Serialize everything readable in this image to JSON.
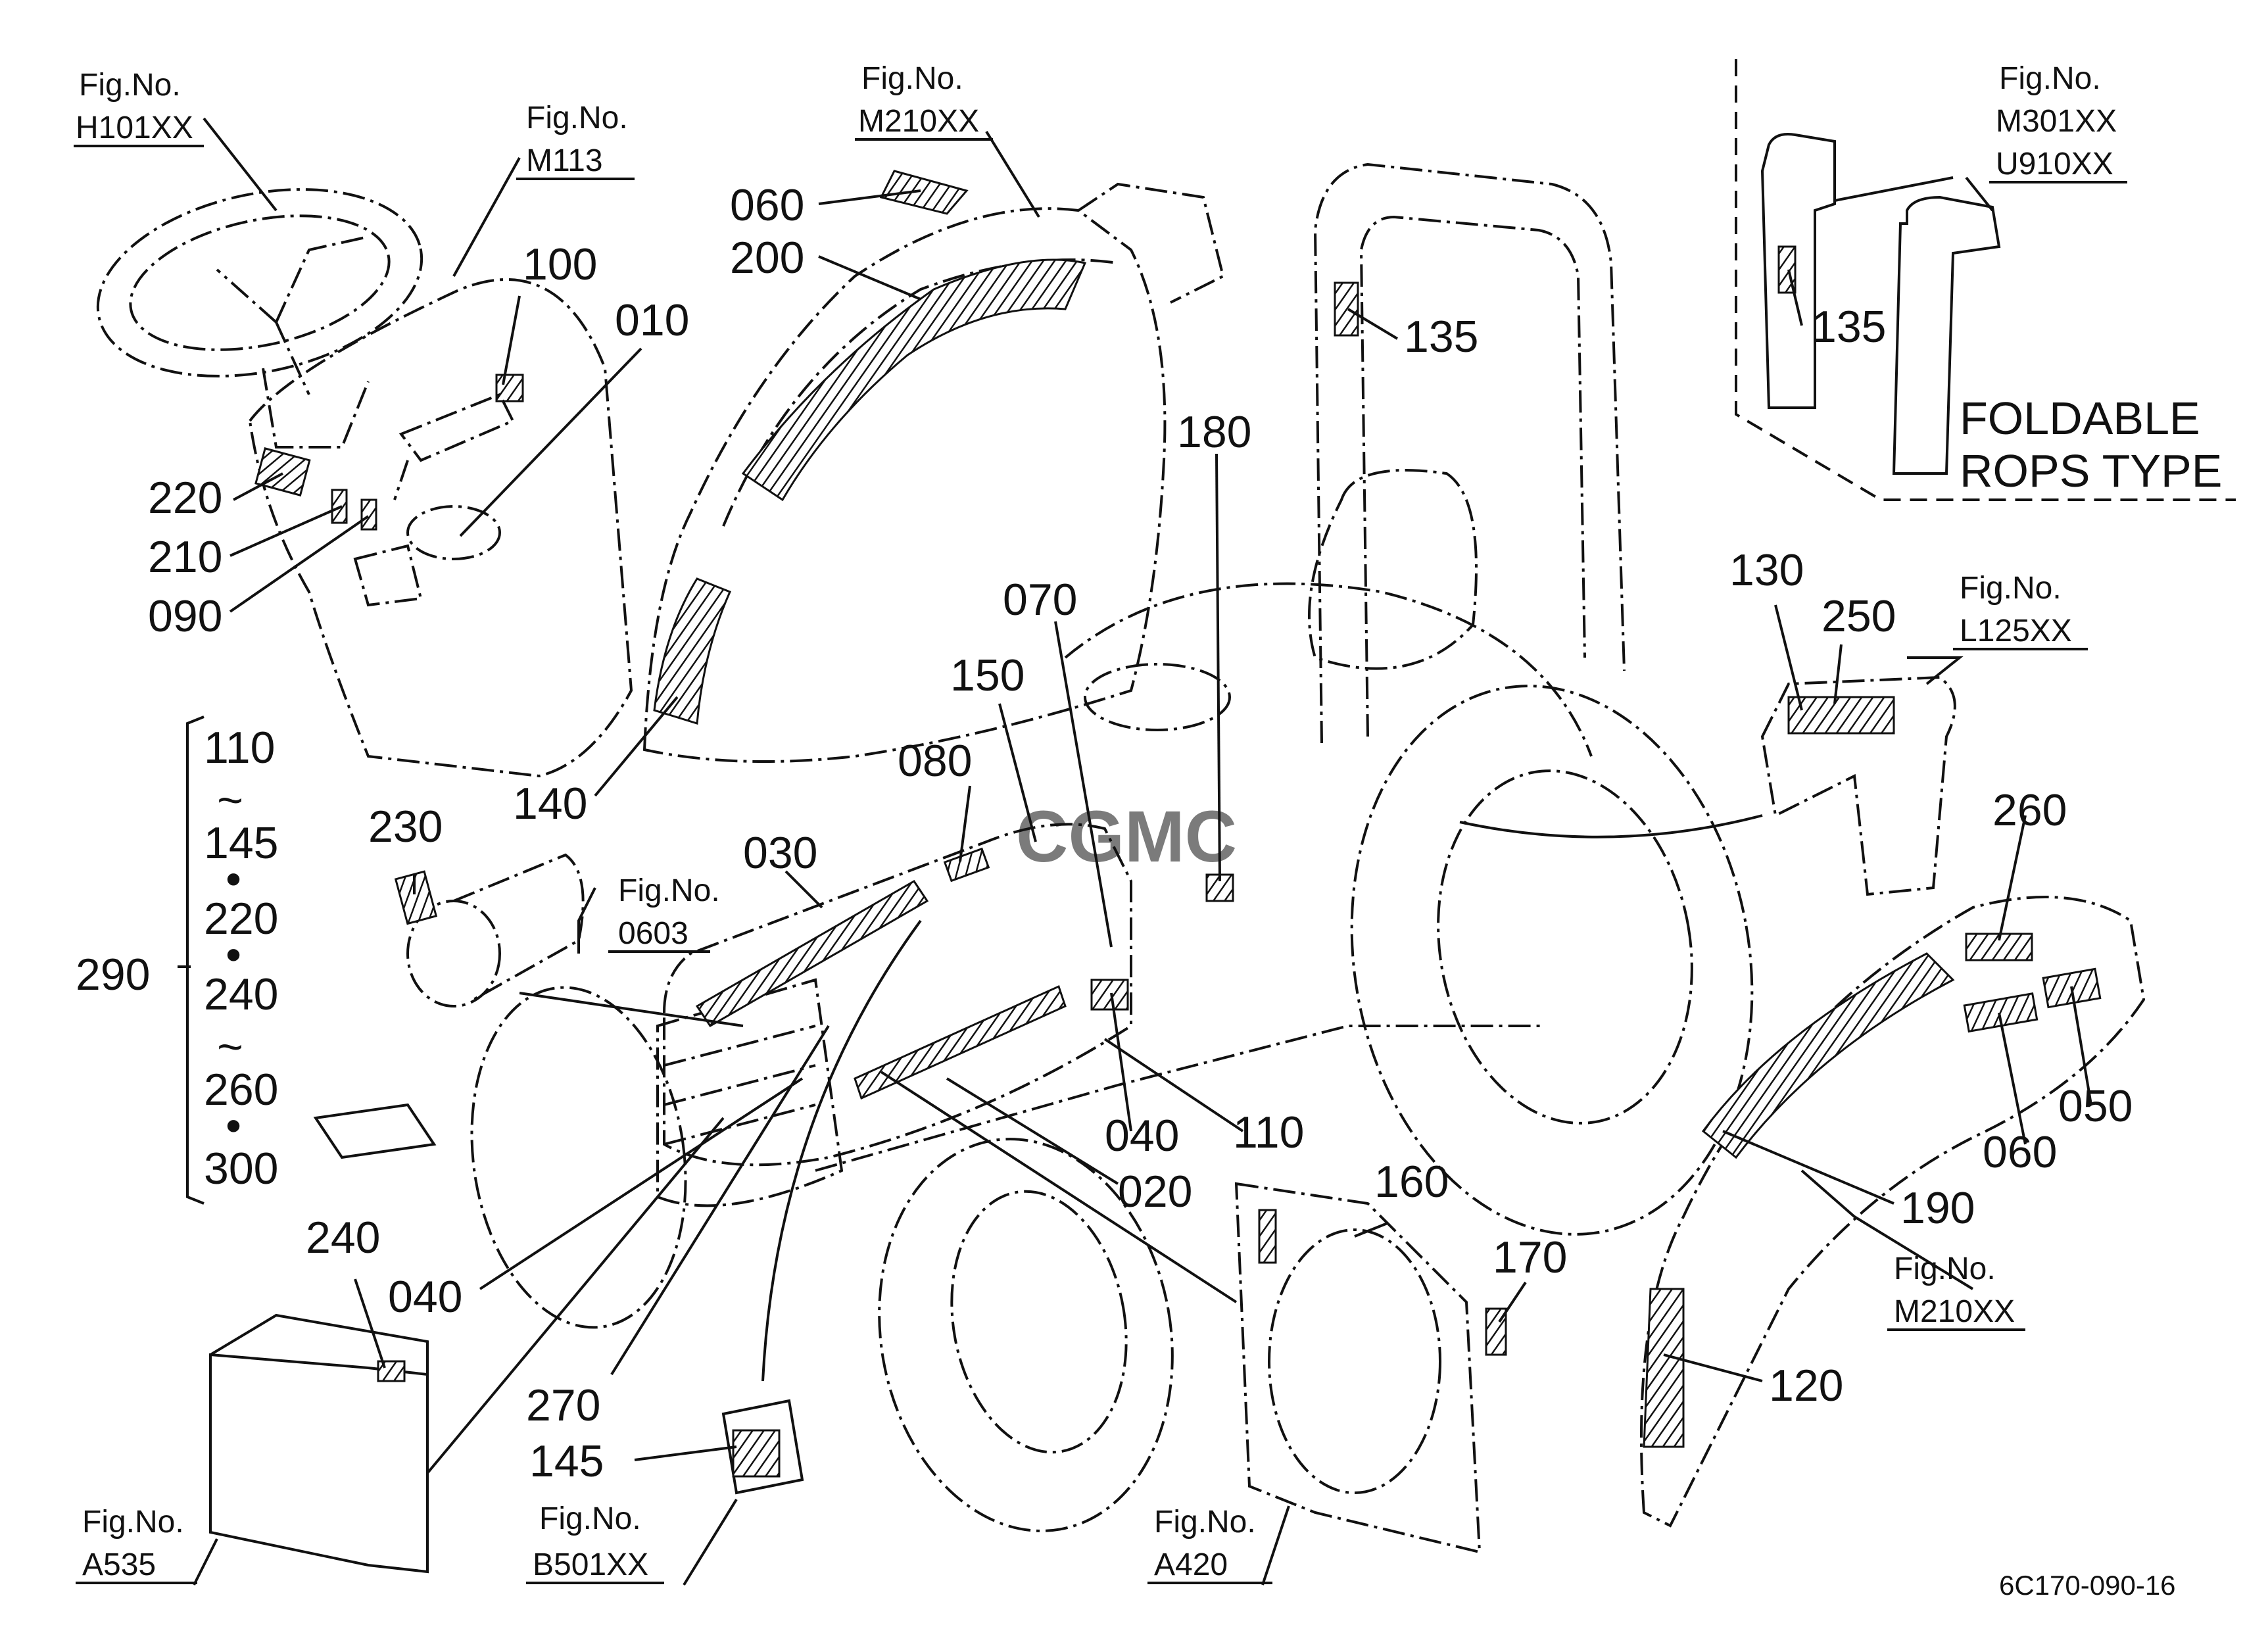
{
  "fig_refs": {
    "steering": {
      "label": "Fig.No.",
      "code": "H101XX"
    },
    "panel": {
      "label": "Fig.No.",
      "code": "M113"
    },
    "hood_top": {
      "label": "Fig.No.",
      "code": "M210XX"
    },
    "rops": {
      "label": "Fig.No.",
      "code": "M301XX",
      "code2": "U910XX"
    },
    "step": {
      "label": "Fig.No.",
      "code": "L125XX"
    },
    "light": {
      "label": "Fig.No.",
      "code": "0603"
    },
    "fender": {
      "label": "Fig.No.",
      "code": "M210XX"
    },
    "battery": {
      "label": "Fig.No.",
      "code": "A535"
    },
    "cover": {
      "label": "Fig.No.",
      "code": "B501XX"
    },
    "radiator": {
      "label": "Fig.No.",
      "code": "A420"
    }
  },
  "callouts": {
    "c100": "100",
    "c010": "010",
    "c220": "220",
    "c210": "210",
    "c090": "090",
    "c060a": "060",
    "c200": "200",
    "c140": "140",
    "c135a": "135",
    "c180": "180",
    "c135b": "135",
    "c130": "130",
    "c250": "250",
    "c260": "260",
    "c050": "050",
    "c060b": "060",
    "c190": "190",
    "c120": "120",
    "c070": "070",
    "c150": "150",
    "c080": "080",
    "c030": "030",
    "c230": "230",
    "c040a": "040",
    "c110b": "110",
    "c020": "020",
    "c160": "160",
    "c170": "170",
    "c040b": "040",
    "c270": "270",
    "c145b": "145",
    "c240b": "240"
  },
  "bracket_list": {
    "group": "290",
    "items": [
      "110",
      "~",
      "145",
      "•",
      "220",
      "•",
      "240",
      "~",
      "260",
      "•",
      "300"
    ]
  },
  "foldable_label": {
    "line1": "FOLDABLE",
    "line2": "ROPS  TYPE"
  },
  "watermark": "CGMC",
  "diagram_code": "6C170-090-16"
}
